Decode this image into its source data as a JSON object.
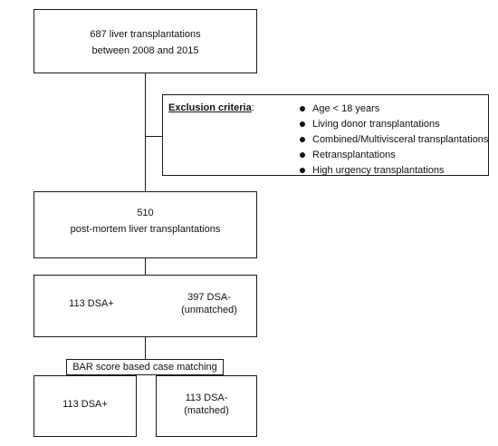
{
  "top_box": {
    "line1": "687 liver transplantations",
    "line2": "between 2008 and 2015"
  },
  "exclusion": {
    "title": "Exclusion criteria",
    "colon": ":",
    "items": [
      "Age < 18 years",
      "Living donor transplantations",
      "Combined/Multivisceral transplantations",
      "Retransplantations",
      "High urgency transplantations"
    ]
  },
  "mid_box": {
    "line1": "510",
    "line2": "post-mortem liver transplantations"
  },
  "split_box": {
    "left": "113 DSA+",
    "right_line1": "397 DSA-",
    "right_line2": "(unmatched)"
  },
  "matching": {
    "label": "BAR score based case matching"
  },
  "final_box": {
    "left": "113 DSA+",
    "right_line1": "113 DSA-",
    "right_line2": "(matched)"
  }
}
